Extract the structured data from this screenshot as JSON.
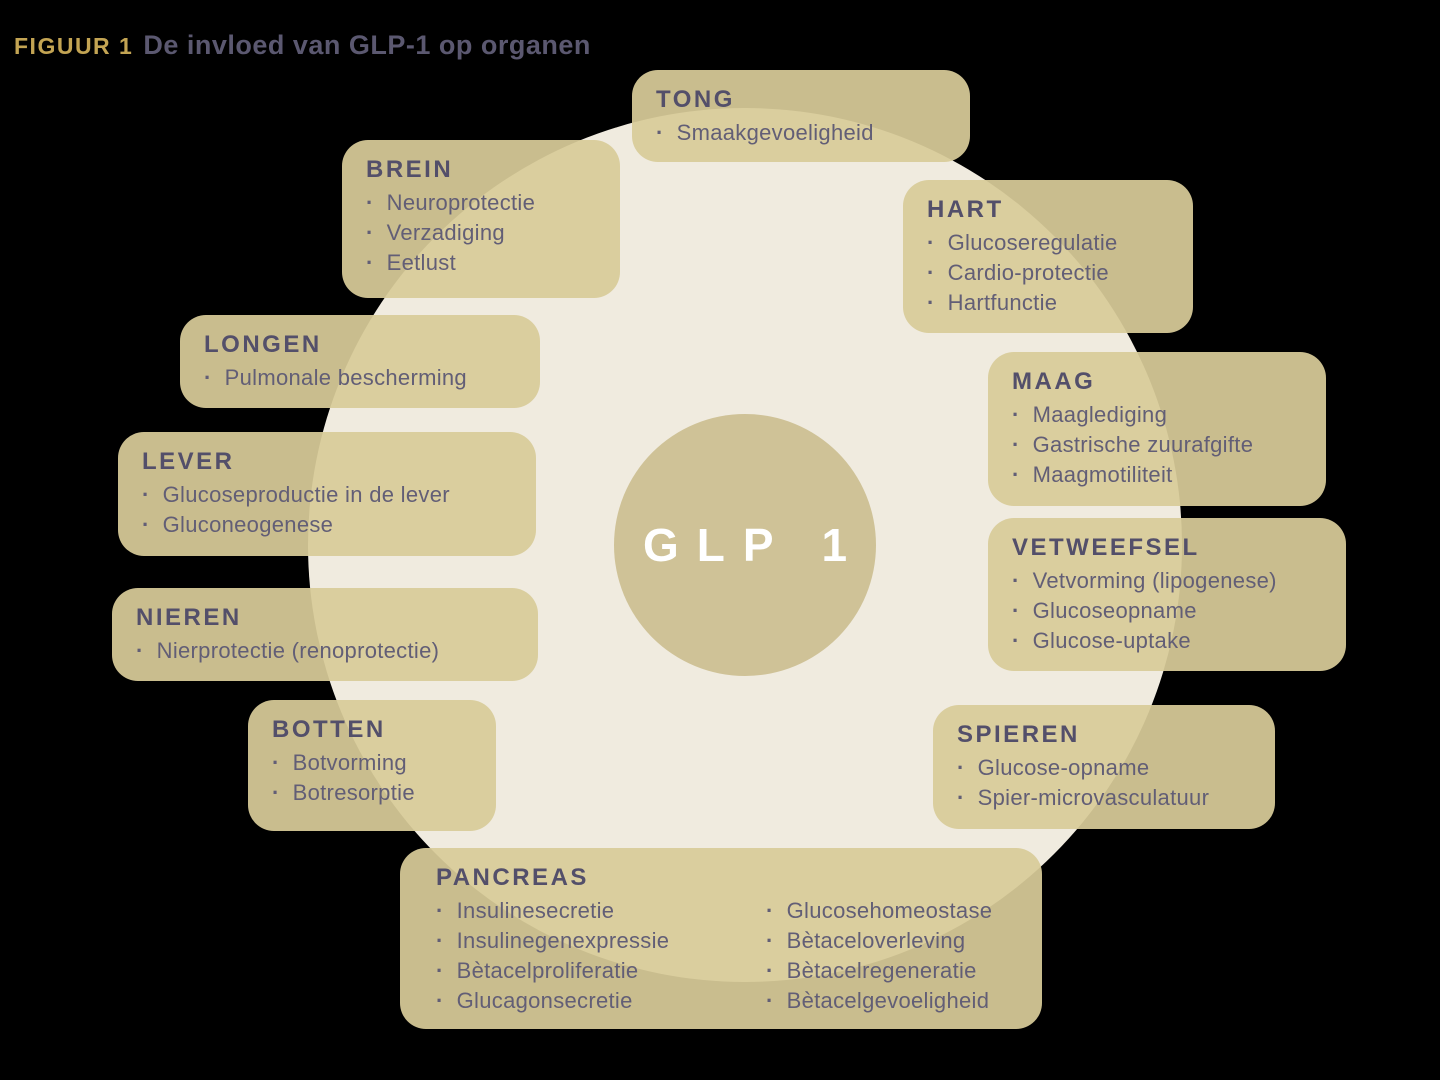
{
  "title": {
    "label": "FIGUUR 1",
    "text": "De invloed van GLP-1 op organen"
  },
  "center": {
    "label": "GLP 1"
  },
  "colors": {
    "background": "#000000",
    "big_circle": "#f0ebdf",
    "card_fill": "#d8cb99",
    "center_circle": "#cfc297",
    "heading_text": "#534f6a",
    "bullet_text": "#625e76",
    "title_gold": "#c3a453",
    "title_text": "#5b5870",
    "center_text": "#ffffff"
  },
  "boxes": [
    {
      "id": "tong",
      "name": "TONG",
      "items": [
        "Smaakgevoeligheid"
      ]
    },
    {
      "id": "brein",
      "name": "BREIN",
      "items": [
        "Neuroprotectie",
        "Verzadiging",
        "Eetlust"
      ]
    },
    {
      "id": "hart",
      "name": "HART",
      "items": [
        "Glucoseregulatie",
        "Cardio-protectie",
        "Hartfunctie"
      ]
    },
    {
      "id": "longen",
      "name": "LONGEN",
      "items": [
        "Pulmonale bescherming"
      ]
    },
    {
      "id": "maag",
      "name": "MAAG",
      "items": [
        "Maaglediging",
        "Gastrische zuurafgifte",
        "Maagmotiliteit"
      ]
    },
    {
      "id": "lever",
      "name": "LEVER",
      "items": [
        "Glucoseproductie in de lever",
        "Gluconeogenese"
      ]
    },
    {
      "id": "vetweefsel",
      "name": "VETWEEFSEL",
      "items": [
        "Vetvorming (lipogenese)",
        "Glucoseopname",
        "Glucose-uptake"
      ]
    },
    {
      "id": "nieren",
      "name": "NIEREN",
      "items": [
        "Nierprotectie (renoprotectie)"
      ]
    },
    {
      "id": "spieren",
      "name": "SPIEREN",
      "items": [
        "Glucose-opname",
        "Spier-microvasculatuur"
      ]
    },
    {
      "id": "botten",
      "name": "BOTTEN",
      "items": [
        "Botvorming",
        "Botresorptie"
      ]
    },
    {
      "id": "pancreas",
      "name": "PANCREAS",
      "items_left": [
        "Insulinesecretie",
        "Insulinegenexpressie",
        "Bètacelproliferatie",
        "Glucagonsecretie"
      ],
      "items_right": [
        "Glucosehomeostase",
        "Bètaceloverleving",
        "Bètacelregeneratie",
        "Bètacelgevoeligheid"
      ]
    }
  ]
}
